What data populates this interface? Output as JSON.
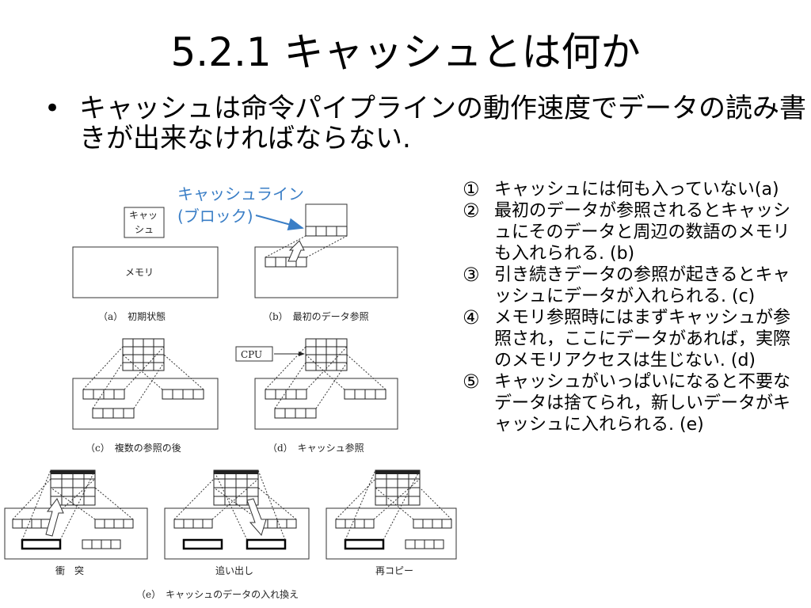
{
  "slide": {
    "title": "5.2.1 キャッシュとは何か",
    "bullet_marker": "•",
    "bullet_text": "キャッシュは命令パイプラインの動作速度でデータの読み書きが出来なければならない."
  },
  "callout": {
    "line1": "キャッシュライン",
    "line2": "(ブロック)",
    "color": "#3a7ec6"
  },
  "diagram": {
    "cache_box_label_1": "キャッ",
    "cache_box_label_2": "シュ",
    "memory_label": "メモリ",
    "cpu_label": "CPU",
    "captions": {
      "a": "（a）　初期状態",
      "b": "（b）　最初のデータ参照",
      "c": "（c）　複数の参照の後",
      "d": "（d）　キャッシュ参照",
      "e": "（e）　キャッシュのデータの入れ換え"
    },
    "sub_captions": {
      "collision": "衝　突",
      "evict": "追い出し",
      "recopy": "再コピー"
    }
  },
  "steps": [
    {
      "num": "①",
      "text": "キャッシュには何も入っていない(a)"
    },
    {
      "num": "②",
      "text": "最初のデータが参照されるとキャッシュにそのデータと周辺の数語のメモリも入れられる. (b)"
    },
    {
      "num": "③",
      "text": "引き続きデータの参照が起きるとキャッシュにデータが入れられる. (c)"
    },
    {
      "num": "④",
      "text": "メモリ参照時にはまずキャッシュが参照され，ここにデータがあれば，実際のメモリアクセスは生じない. (d)"
    },
    {
      "num": "⑤",
      "text": "キャッシュがいっぱいになると不要なデータは捨てられ，新しいデータがキャッシュに入れられる. (e)"
    }
  ]
}
